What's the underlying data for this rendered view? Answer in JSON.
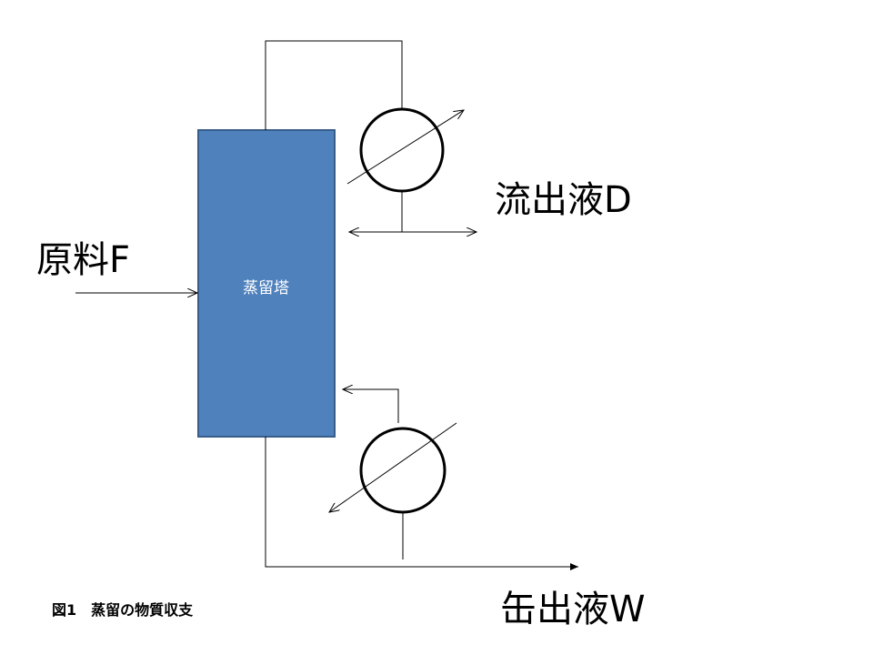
{
  "column": {
    "label": "蒸留塔",
    "fill": "#4f81bd",
    "border": "#385d8a"
  },
  "labels": {
    "feed": "原料F",
    "distillate": "流出液D",
    "bottoms": "缶出液W"
  },
  "caption": "図1　蒸留の物質収支"
}
